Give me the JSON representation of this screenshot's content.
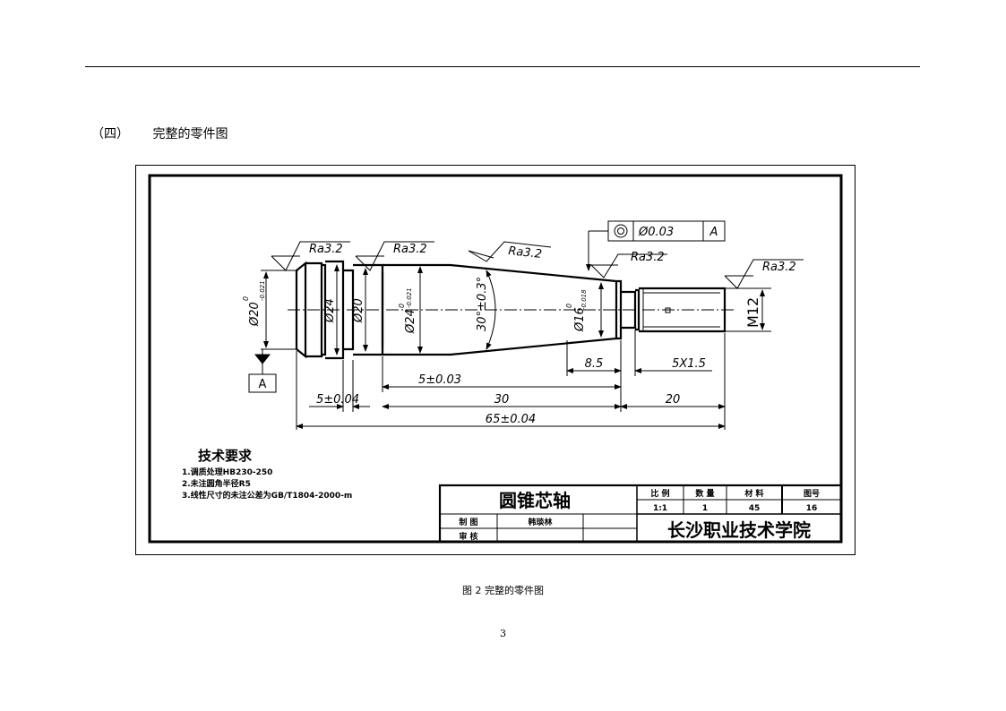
{
  "section": {
    "number": "（四）",
    "title": "完整的零件图"
  },
  "drawing": {
    "roughness": [
      "Ra3.2",
      "Ra3.2",
      "Ra3.2",
      "Ra3.2",
      "Ra3.2"
    ],
    "tolerance_frame": {
      "value": "Ø0.03",
      "datum": "A"
    },
    "datum_label": "A",
    "diameters": {
      "d20": "Ø20",
      "d20_tol_upper": "0",
      "d20_tol_lower": "-0.021",
      "d24": "Ø24",
      "d20b": "Ø20",
      "d24b": "Ø24",
      "d24b_tol_upper": "0",
      "d24b_tol_lower": "-0.021",
      "d16": "Ø16",
      "d16_tol_upper": "0",
      "d16_tol_lower": "-0.018",
      "thread": "M12"
    },
    "taper": "30°±0.3°",
    "dims": {
      "d_8_5": "8.5",
      "d_5x1_5": "5X1.5",
      "d_5_003": "5±0.03",
      "d_5_004": "5±0.04",
      "d_30": "30",
      "d_20": "20",
      "d_65": "65±0.04"
    },
    "tech_req": {
      "title": "技术要求",
      "items": [
        "1.调质处理HB230-250",
        "2.未注圆角半径R5",
        "3.线性尺寸的未注公差为GB/T1804-2000-m"
      ]
    },
    "title_block": {
      "part_name": "圆锥芯轴",
      "h_scale": "比 例",
      "h_qty": "数 量",
      "h_material": "材 料",
      "h_drawing_no": "图号",
      "scale": "1:1",
      "qty": "1",
      "material": "45",
      "drawing_no": "16",
      "drawn_label": "制 图",
      "drawn_name": "韩琰林",
      "checked_label": "审 核",
      "school": "长沙职业技术学院"
    }
  },
  "caption": "图 2 完整的零件图",
  "page_number": "3"
}
